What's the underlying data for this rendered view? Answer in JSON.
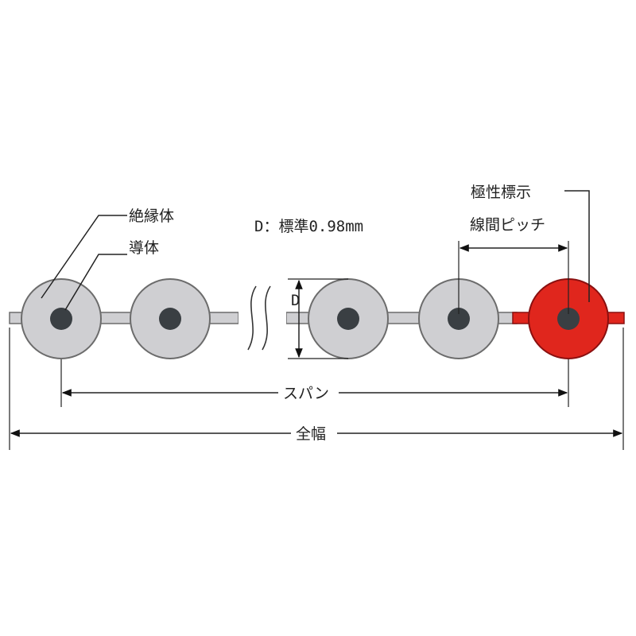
{
  "labels": {
    "insulator": "絶縁体",
    "conductor": "導体",
    "diameter_spec": "D：標準0.98mm",
    "polarity_mark": "極性標示",
    "pitch": "線間ピッチ",
    "diameter_symbol": "D",
    "span": "スパン",
    "total_width": "全幅"
  },
  "colors": {
    "insulator": "#cfcfd2",
    "insulator_outline": "#6c6c6c",
    "conductor": "#3a3f43",
    "polarity": "#e0261d",
    "polarity_outline": "#8a1010",
    "line": "#111111",
    "background": "#ffffff"
  }
}
